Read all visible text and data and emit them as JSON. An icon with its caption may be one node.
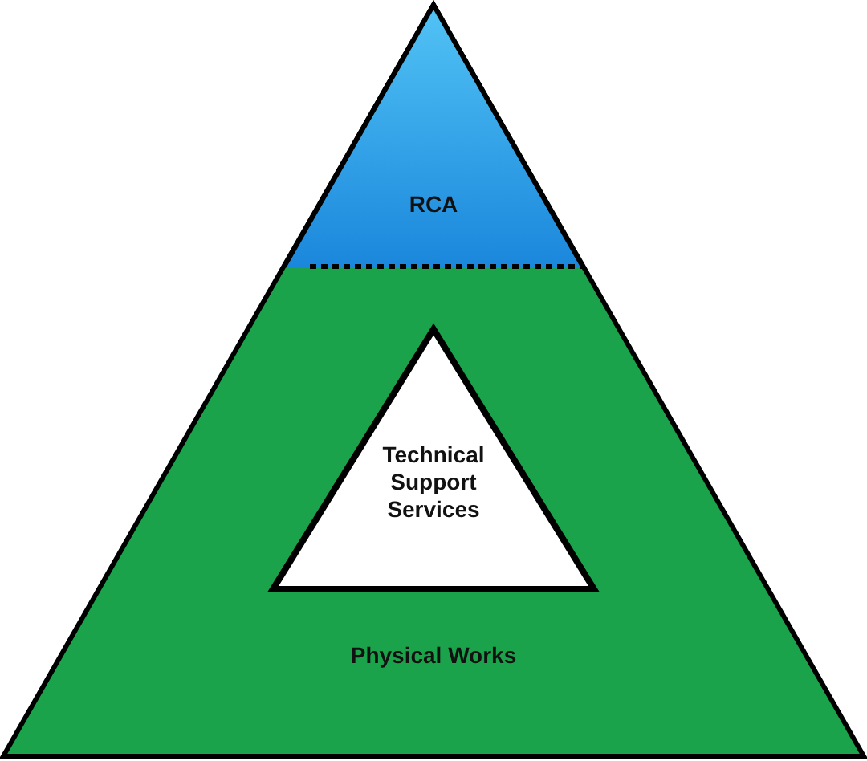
{
  "diagram": {
    "nodes": [
      {
        "text": [
          "Physical Works"
        ]
      },
      {
        "text": [
          "RCA"
        ],
        "in": 0
      },
      {
        "text": [
          "Technical Support Services"
        ],
        "in": 0
      }
    ],
    "edges": []
  }
}
